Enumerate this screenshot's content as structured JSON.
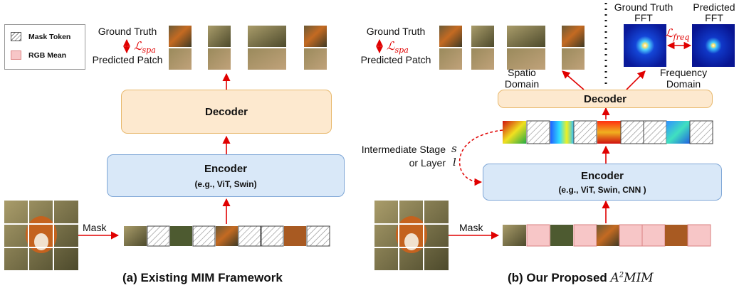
{
  "legend": {
    "mask_token": "Mask Token",
    "rgb_mean": "RGB Mean"
  },
  "left": {
    "ground_truth": "Ground Truth",
    "loss_main": "ℒ",
    "loss_sub": "spa",
    "predicted_patch": "Predicted Patch",
    "decoder": "Decoder",
    "encoder": "Encoder",
    "encoder_sub": "(e.g., ViT, Swin)",
    "mask": "Mask",
    "caption": "(a)  Existing MIM Framework"
  },
  "right": {
    "ground_truth": "Ground Truth",
    "loss_main": "ℒ",
    "loss_sub": "spa",
    "predicted_patch": "Predicted Patch",
    "spatio_domain_1": "Spatio",
    "spatio_domain_2": "Domain",
    "freq_domain_1": "Frequency",
    "freq_domain_2": "Domain",
    "gt_fft_1": "Ground Truth",
    "gt_fft_2": "FFT",
    "pred_fft_1": "Predicted",
    "pred_fft_2": "FFT",
    "loss_freq_main": "ℒ",
    "loss_freq_sub": "freq",
    "decoder": "Decoder",
    "encoder": "Encoder",
    "encoder_sub": "(e.g., ViT, Swin, CNN )",
    "intermediate_1": "Intermediate Stage",
    "intermediate_s": "s",
    "intermediate_2": "or Layer",
    "intermediate_l": "l",
    "mask": "Mask",
    "caption_text": "(b)  Our Proposed",
    "caption_math_a": "A",
    "caption_math_sup": "2",
    "caption_math_rest": "MIM"
  },
  "colors": {
    "arrow": "#e00000",
    "decoder_fill": "#fde9cf",
    "decoder_border": "#e8b96e",
    "encoder_fill": "#d9e8f8",
    "encoder_border": "#7ea6d6",
    "mask_token_fill": "#f7c6c7"
  }
}
